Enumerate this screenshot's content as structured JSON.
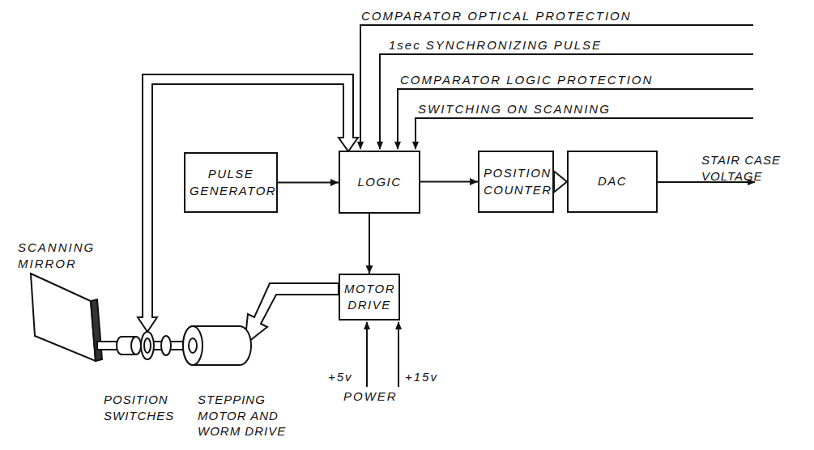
{
  "diagram": {
    "nodes": [
      {
        "text": [
          "PULSE GENERATOR"
        ]
      },
      {
        "text": [
          "LOGIC"
        ]
      },
      {
        "text": [
          "POSITION COUNTER"
        ]
      },
      {
        "text": [
          "DAC"
        ]
      },
      {
        "text": [
          "MOTOR DRIVE"
        ]
      }
    ],
    "edges": [
      {
        "from": 0,
        "to": 1,
        "arrow": "to"
      },
      {
        "from": 1,
        "to": 2,
        "arrow": "to"
      },
      {
        "from": 2,
        "to": 3,
        "arrow": "to"
      },
      {
        "from": 1,
        "to": 4,
        "arrow": "to"
      }
    ],
    "labels": [
      "COMPARATOR OPTICAL PROTECTION",
      "1sec SYNCHRONIZING PULSE",
      "COMPARATOR LOGIC PROTECTION",
      "SWITCHING ON SCANNING",
      "STAIR CASE VOLTAGE",
      "SCANNING MIRROR",
      "POSITION SWITCHES",
      "STEPPING MOTOR AND WORM DRIVE",
      "+5v",
      "+15v",
      "POWER"
    ]
  }
}
